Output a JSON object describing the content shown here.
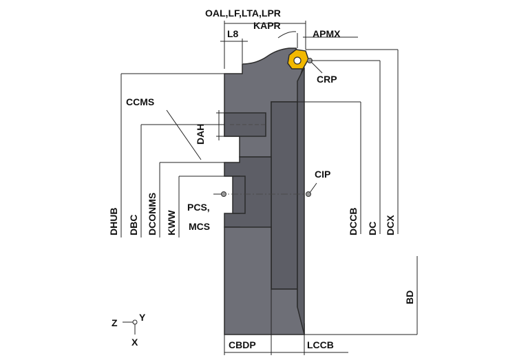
{
  "labels": {
    "oal": "OAL,LF,LTA,LPR",
    "l8": "L8",
    "kapr": "KAPR",
    "apmx": "APMX",
    "crp": "CRP",
    "ccms": "CCMS",
    "dah": "DAH",
    "cip": "CIP",
    "pcs": "PCS,",
    "mcs": "MCS",
    "dhub": "DHUB",
    "dbc": "DBC",
    "dconms": "DCONMS",
    "kww": "KWW",
    "dccb": "DCCB",
    "dc": "DC",
    "dcx": "DCX",
    "bd": "BD",
    "cbdp": "CBDP",
    "lccb": "LCCB",
    "axis_z": "Z",
    "axis_y": "Y",
    "axis_x": "X"
  },
  "colors": {
    "body": "#6e6f77",
    "insert": "#f2b800",
    "line": "#222222"
  }
}
